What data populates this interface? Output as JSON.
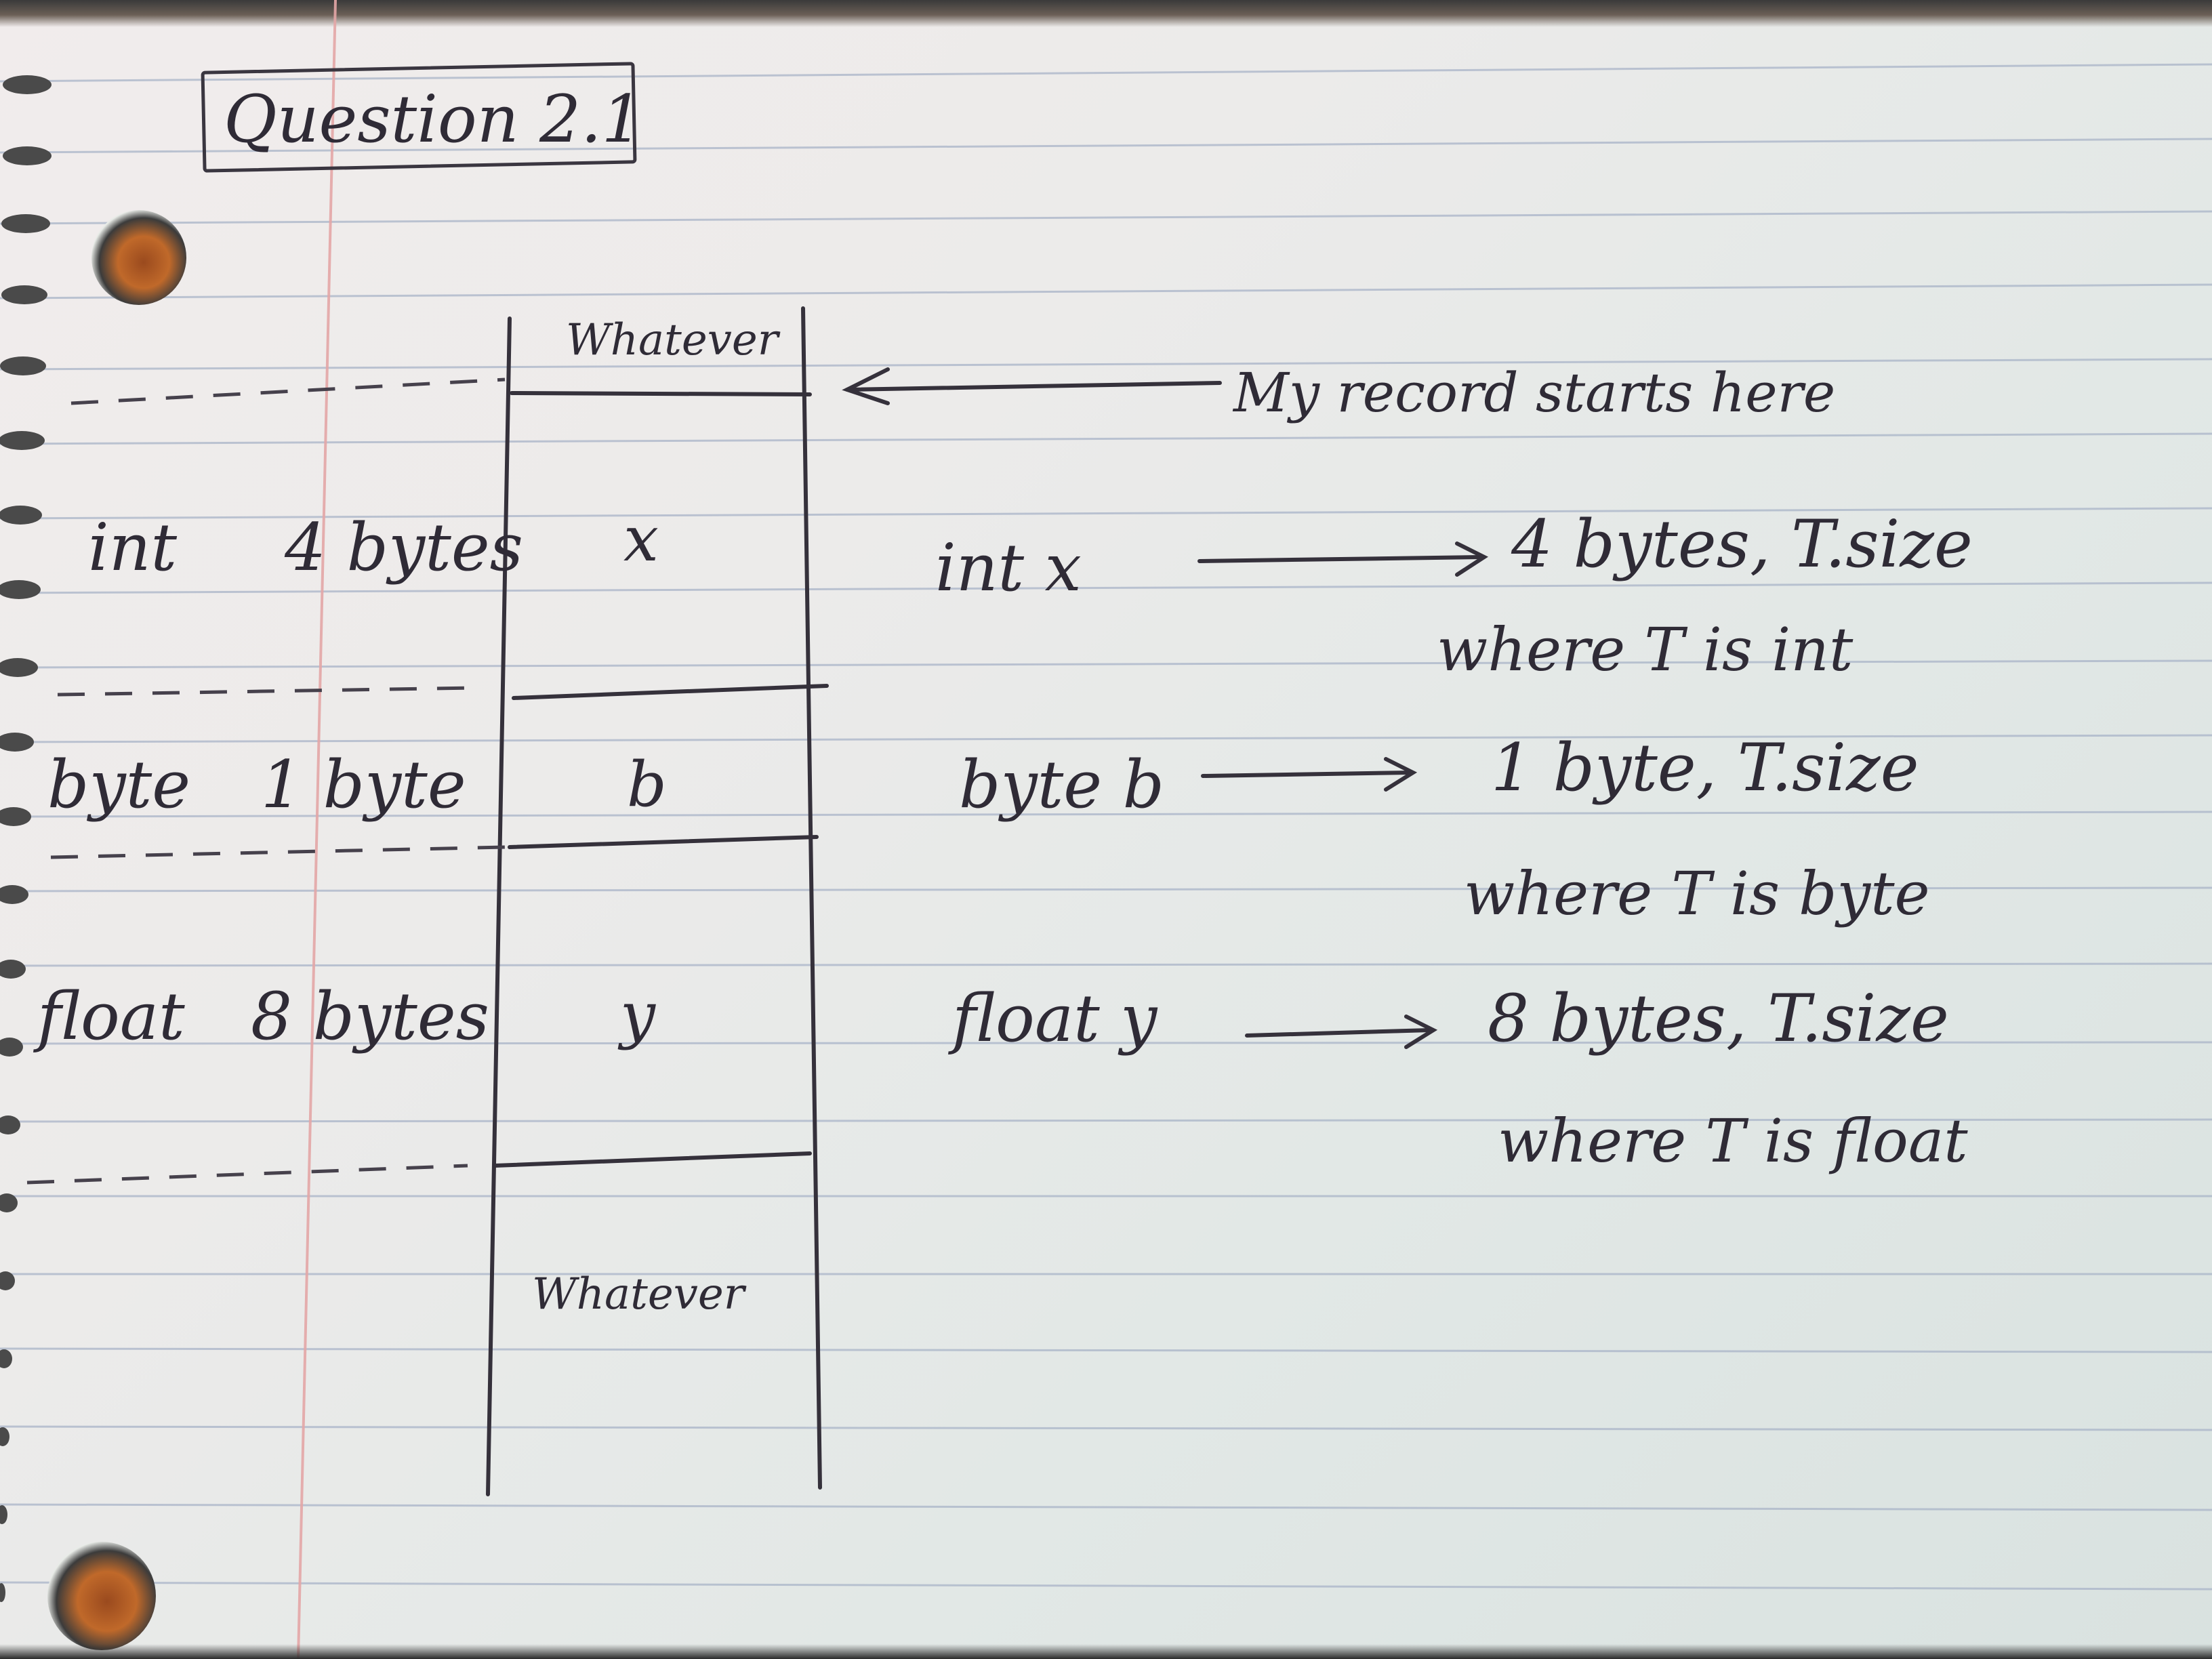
{
  "title": "Question 2.1",
  "stack": {
    "top": "Whatever",
    "cells": [
      "x",
      "b",
      "y"
    ],
    "bottom": "Whatever"
  },
  "left_labels": [
    {
      "type": "int",
      "size": "4 bytes"
    },
    {
      "type": "byte",
      "size": "1 byte"
    },
    {
      "type": "float",
      "size": "8 bytes"
    }
  ],
  "record_start_note": "My record starts here",
  "explanations": [
    {
      "decl": "int x",
      "size": "4 bytes, T.size",
      "where": "where T is int"
    },
    {
      "decl": "byte b",
      "size": "1 byte, T.size",
      "where": "where T is byte"
    },
    {
      "decl": "float y",
      "size": "8 bytes, T.size",
      "where": "where T is float"
    }
  ],
  "colors": {
    "ink": "#2f2b36",
    "rule_blue": "#a9b4c8",
    "margin_red": "#e4a7a7"
  }
}
